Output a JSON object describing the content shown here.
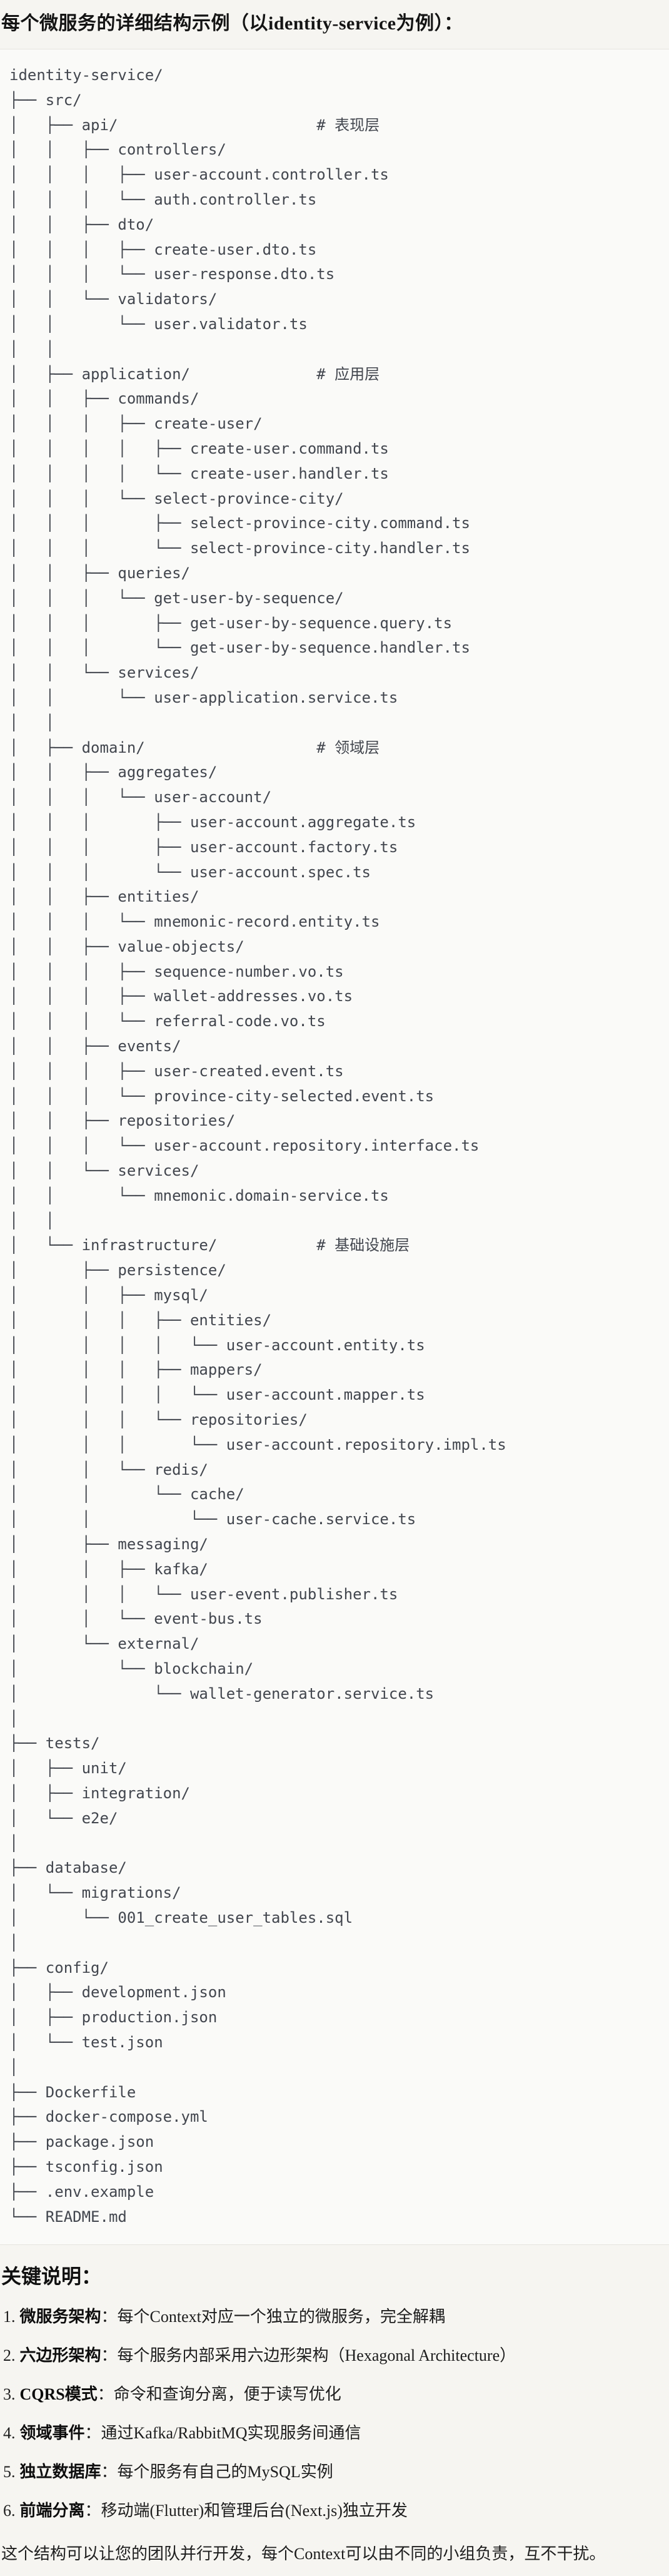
{
  "title": "每个微服务的详细结构示例（以identity-service为例）：",
  "code_block": {
    "lines": [
      "identity-service/",
      "├── src/",
      "│   ├── api/                      # 表现层",
      "│   │   ├── controllers/",
      "│   │   │   ├── user-account.controller.ts",
      "│   │   │   └── auth.controller.ts",
      "│   │   ├── dto/",
      "│   │   │   ├── create-user.dto.ts",
      "│   │   │   └── user-response.dto.ts",
      "│   │   └── validators/",
      "│   │       └── user.validator.ts",
      "│   │",
      "│   ├── application/              # 应用层",
      "│   │   ├── commands/",
      "│   │   │   ├── create-user/",
      "│   │   │   │   ├── create-user.command.ts",
      "│   │   │   │   └── create-user.handler.ts",
      "│   │   │   └── select-province-city/",
      "│   │   │       ├── select-province-city.command.ts",
      "│   │   │       └── select-province-city.handler.ts",
      "│   │   ├── queries/",
      "│   │   │   └── get-user-by-sequence/",
      "│   │   │       ├── get-user-by-sequence.query.ts",
      "│   │   │       └── get-user-by-sequence.handler.ts",
      "│   │   └── services/",
      "│   │       └── user-application.service.ts",
      "│   │",
      "│   ├── domain/                   # 领域层",
      "│   │   ├── aggregates/",
      "│   │   │   └── user-account/",
      "│   │   │       ├── user-account.aggregate.ts",
      "│   │   │       ├── user-account.factory.ts",
      "│   │   │       └── user-account.spec.ts",
      "│   │   ├── entities/",
      "│   │   │   └── mnemonic-record.entity.ts",
      "│   │   ├── value-objects/",
      "│   │   │   ├── sequence-number.vo.ts",
      "│   │   │   ├── wallet-addresses.vo.ts",
      "│   │   │   └── referral-code.vo.ts",
      "│   │   ├── events/",
      "│   │   │   ├── user-created.event.ts",
      "│   │   │   └── province-city-selected.event.ts",
      "│   │   ├── repositories/",
      "│   │   │   └── user-account.repository.interface.ts",
      "│   │   └── services/",
      "│   │       └── mnemonic.domain-service.ts",
      "│   │",
      "│   └── infrastructure/           # 基础设施层",
      "│       ├── persistence/",
      "│       │   ├── mysql/",
      "│       │   │   ├── entities/",
      "│       │   │   │   └── user-account.entity.ts",
      "│       │   │   ├── mappers/",
      "│       │   │   │   └── user-account.mapper.ts",
      "│       │   │   └── repositories/",
      "│       │   │       └── user-account.repository.impl.ts",
      "│       │   └── redis/",
      "│       │       └── cache/",
      "│       │           └── user-cache.service.ts",
      "│       ├── messaging/",
      "│       │   ├── kafka/",
      "│       │   │   └── user-event.publisher.ts",
      "│       │   └── event-bus.ts",
      "│       └── external/",
      "│           └── blockchain/",
      "│               └── wallet-generator.service.ts",
      "│",
      "├── tests/",
      "│   ├── unit/",
      "│   ├── integration/",
      "│   └── e2e/",
      "│",
      "├── database/",
      "│   └── migrations/",
      "│       └── 001_create_user_tables.sql",
      "│",
      "├── config/",
      "│   ├── development.json",
      "│   ├── production.json",
      "│   └── test.json",
      "│",
      "├── Dockerfile",
      "├── docker-compose.yml",
      "├── package.json",
      "├── tsconfig.json",
      "├── .env.example",
      "└── README.md"
    ],
    "layer_comments": [
      "# 表现层",
      "# 应用层",
      "# 领域层",
      "# 基础设施层"
    ]
  },
  "notes": {
    "heading": "关键说明：",
    "items": [
      {
        "num": "1.",
        "term": "微服务架构",
        "rest": "：每个Context对应一个独立的微服务，完全解耦"
      },
      {
        "num": "2.",
        "term": "六边形架构",
        "rest": "：每个服务内部采用六边形架构（Hexagonal Architecture）"
      },
      {
        "num": "3.",
        "term": "CQRS模式",
        "rest": "：命令和查询分离，便于读写优化"
      },
      {
        "num": "4.",
        "term": "领域事件",
        "rest": "：通过Kafka/RabbitMQ实现服务间通信"
      },
      {
        "num": "5.",
        "term": "独立数据库",
        "rest": "：每个服务有自己的MySQL实例"
      },
      {
        "num": "6.",
        "term": "前端分离",
        "rest": "：移动端(Flutter)和管理后台(Next.js)独立开发"
      }
    ]
  },
  "closing": "这个结构可以让您的团队并行开发，每个Context可以由不同的小组负责，互不干扰。",
  "colors": {
    "page_bg": "#f6f5f1",
    "code_bg": "#fafaf8",
    "border": "#e5e4df",
    "tree_text": "#42464e",
    "body_text": "#1d1d1d"
  }
}
